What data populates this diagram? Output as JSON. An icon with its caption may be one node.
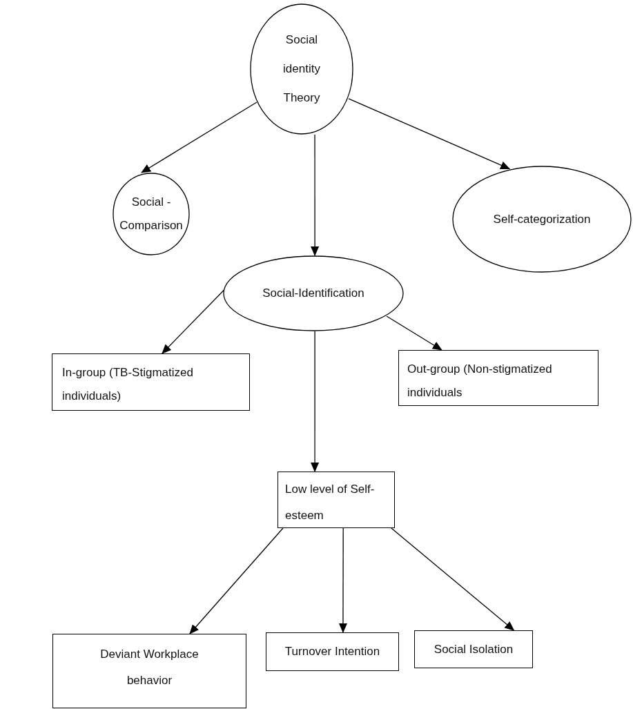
{
  "diagram": {
    "nodes": [
      {
        "text": [
          "Social identity Theory"
        ]
      },
      {
        "text": [
          "Social - Comparison"
        ]
      },
      {
        "text": [
          "Self-categorization"
        ]
      },
      {
        "text": [
          "Social-Identification"
        ]
      },
      {
        "text": [
          "In-group (TB-Stigmatized individuals)"
        ]
      },
      {
        "text": [
          "Out-group (Non-stigmatized individuals"
        ]
      },
      {
        "text": [
          "Low level of Self-esteem"
        ]
      },
      {
        "text": [
          "Deviant Workplace behavior"
        ]
      },
      {
        "text": [
          "Turnover Intention"
        ]
      },
      {
        "text": [
          "Social Isolation"
        ]
      }
    ],
    "edges": [
      {
        "from": 0,
        "to": 1,
        "arrow": "to"
      },
      {
        "from": 0,
        "to": 3,
        "arrow": "to"
      },
      {
        "from": 0,
        "to": 2,
        "arrow": "to"
      },
      {
        "from": 3,
        "to": 4,
        "arrow": "to"
      },
      {
        "from": 3,
        "to": 5,
        "arrow": "to"
      },
      {
        "from": 3,
        "to": 6,
        "arrow": "to"
      },
      {
        "from": 6,
        "to": 7,
        "arrow": "to"
      },
      {
        "from": 6,
        "to": 8,
        "arrow": "to"
      },
      {
        "from": 6,
        "to": 9,
        "arrow": "to"
      }
    ]
  }
}
